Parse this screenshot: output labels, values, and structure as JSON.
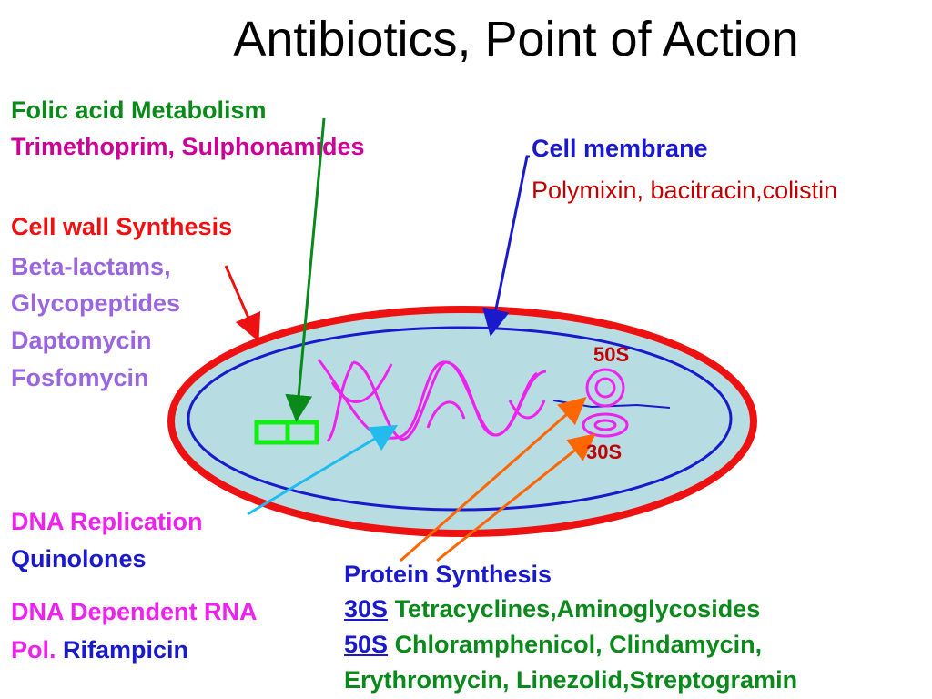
{
  "title": "Antibiotics, Point of Action",
  "colors": {
    "green": "#0a8a1a",
    "magenta": "#cc0099",
    "red": "#ee1111",
    "lavender": "#9966dd",
    "blue": "#1a1acc",
    "darkred": "#c00000",
    "pink": "#ee22ee",
    "cyan": "#22bbee",
    "orange": "#ff6600",
    "cell_fill": "#b7dde3"
  },
  "labels": {
    "folic": {
      "heading": "Folic acid Metabolism",
      "drugs": "Trimethoprim, Sulphonamides"
    },
    "membrane": {
      "heading": "Cell membrane",
      "drugs": "Polymixin, bacitracin,colistin"
    },
    "wall": {
      "heading": "Cell wall Synthesis",
      "drugs": [
        "Beta-lactams,",
        "Glycopeptides",
        "Daptomycin",
        "Fosfomycin"
      ]
    },
    "dna_replication": {
      "heading": "DNA Replication",
      "drugs": "Quinolones"
    },
    "rna_pol": {
      "heading_line1": "DNA Dependent RNA",
      "heading_line2": "Pol.",
      "drugs": "Rifampicin"
    },
    "protein": {
      "heading": "Protein Synthesis",
      "sub30": "30S",
      "drugs30": "Tetracyclines,Aminoglycosides",
      "sub50": "50S",
      "drugs50": "Chloramphenicol, Clindamycin,",
      "drugs50_cont": "Erythromycin, Linezolid,Streptogramin"
    }
  },
  "ribosome": {
    "large": "50S",
    "small": "30S"
  }
}
